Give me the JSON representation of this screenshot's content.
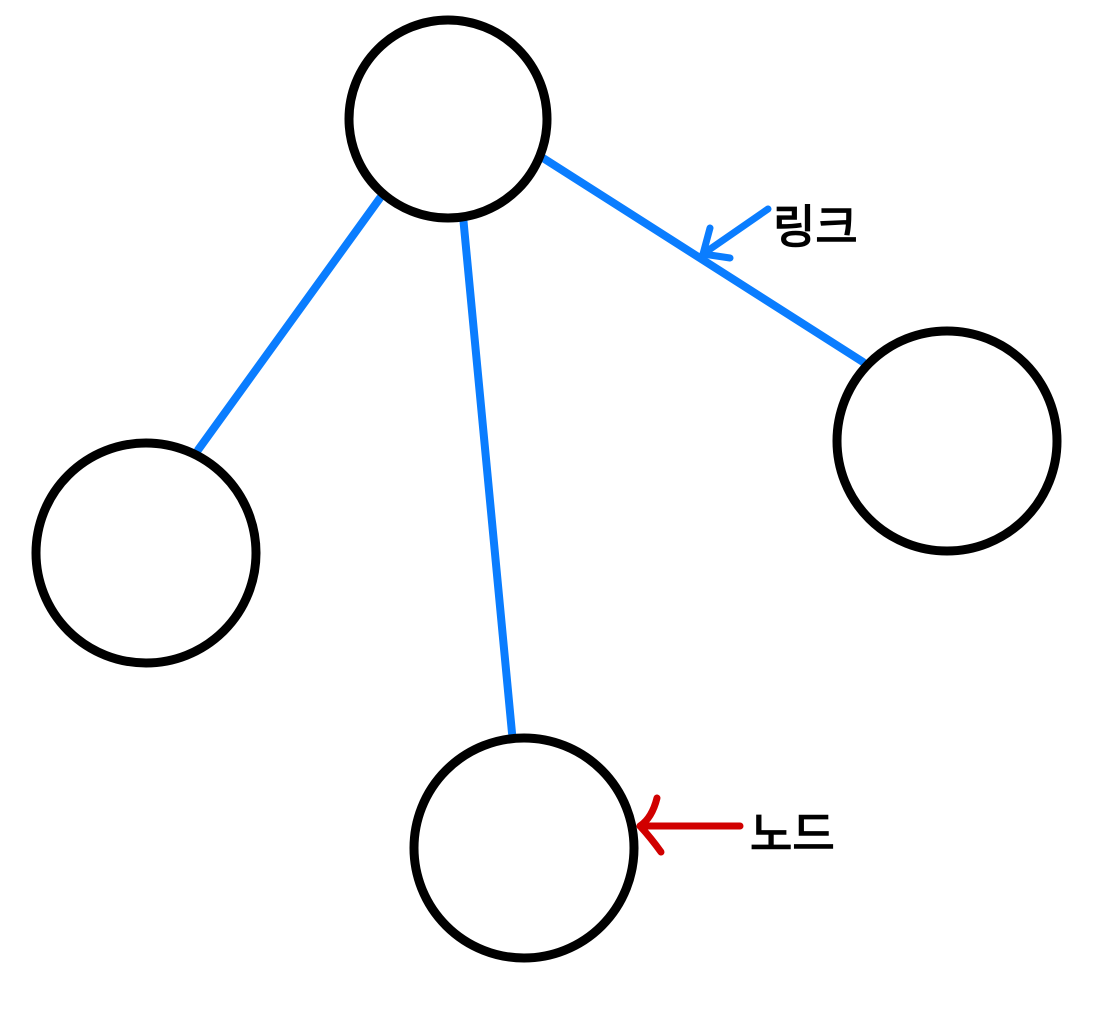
{
  "colors": {
    "node_stroke": "#000000",
    "edge": "#0a7dff",
    "annotation_edge": "#0a7dff",
    "annotation_node": "#d10000",
    "text": "#000000"
  },
  "nodes": [
    {
      "id": "root"
    },
    {
      "id": "left-child"
    },
    {
      "id": "middle-child"
    },
    {
      "id": "right-child"
    }
  ],
  "edges": [
    {
      "from": "root",
      "to": "left-child"
    },
    {
      "from": "root",
      "to": "middle-child"
    },
    {
      "from": "root",
      "to": "right-child"
    }
  ],
  "annotations": {
    "edge_label": "링크",
    "node_label": "노드"
  }
}
